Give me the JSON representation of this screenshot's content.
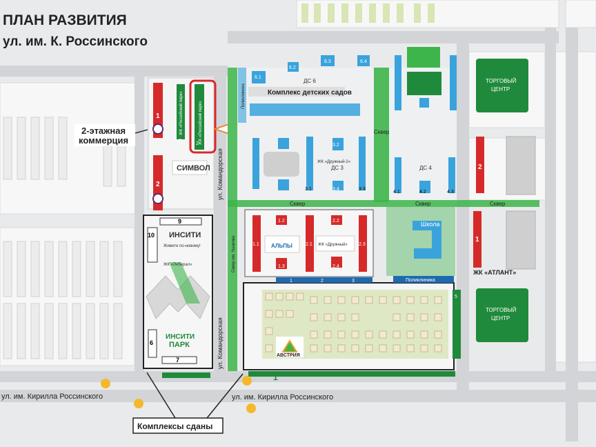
{
  "title": {
    "line1": "ПЛАН РАЗВИТИЯ",
    "line2": "ул. им. К. Россинского"
  },
  "labels": {
    "commerce_1": "2-этажная",
    "commerce_2": "коммерция",
    "simvol": "СИМВОЛ",
    "completed": "Комплексы сданы",
    "kindergartens": "Комплекс детских садов",
    "polyclinic_top": "Поликлиника",
    "polyclinic_bottom": "Поликлиника",
    "square_main": "Сквер",
    "square_mid": "Сквер",
    "square_right": "Сквер",
    "square_vertical": "Сквер",
    "square_ushakov": "Сквер им. Ушакова",
    "mall_1_a": "ТОРГОВЫЙ",
    "mall_1_b": "ЦЕНТР",
    "mall_2_a": "ТОРГОВЫЙ",
    "mall_2_b": "ЦЕНТР",
    "school": "Школа",
    "atlant": "ЖК «АТЛАНТ»",
    "komandorskaya_1": "ул. Командорская",
    "komandorskaya_2": "ул. Командорская",
    "rossinskogo_1": "ул. им. Кирилла Россинского",
    "rossinskogo_2": "ул. им. Кирилла Россинского",
    "insiti_logo": "ИНСИТИ",
    "insiti_tag": "Живите по-новому!",
    "insiti_park_1": "ИНСИТИ",
    "insiti_park_2": "ПАРК",
    "alpy": "АЛЬПЫ",
    "druzhny": "ЖК «Дружный»",
    "druzhny2": "ЖК «Дружный-2»",
    "austria": "АВСТРИЯ",
    "liberal": "ЖК «Либерал»",
    "ross_park_1": "ЖК «Российский парк»",
    "ross_park_2": "ЖК «Российский парк»",
    "ds3": "ДС 3",
    "ds4": "ДС 4",
    "ds6": "ДС 6"
  },
  "numbers": {
    "b1": "1",
    "b2": "2",
    "b3": "3",
    "top61": "6.1",
    "top62": "6.2",
    "top63": "6.3",
    "top64": "6.4",
    "n9": "9",
    "n10": "10",
    "n6": "6",
    "n7": "7",
    "a11": "1.1",
    "a12": "1.2",
    "a13": "1.3",
    "d21": "2.1",
    "d22": "2.2",
    "d23": "2.3",
    "d24": "2.4",
    "d31": "3.1",
    "d32": "3.2",
    "d33": "3.3",
    "d34": "3.4",
    "d41": "4.1",
    "d42": "4.2",
    "d43": "4.3",
    "row1": "1",
    "row2": "2",
    "row3": "3",
    "atl1": "1",
    "atl2": "2",
    "kp5": "5",
    "kp1": "1"
  },
  "colors": {
    "road": "#d4d6d9",
    "green": "#3db54a",
    "dark_green": "#1f8a3b",
    "red": "#d62a2a",
    "blue": "#3aa3dc",
    "beige": "#f1ead3",
    "black_frame": "#222222"
  },
  "icons": [
    "metro-stop-icon",
    "arrow-icon",
    "c-logo-icon"
  ]
}
